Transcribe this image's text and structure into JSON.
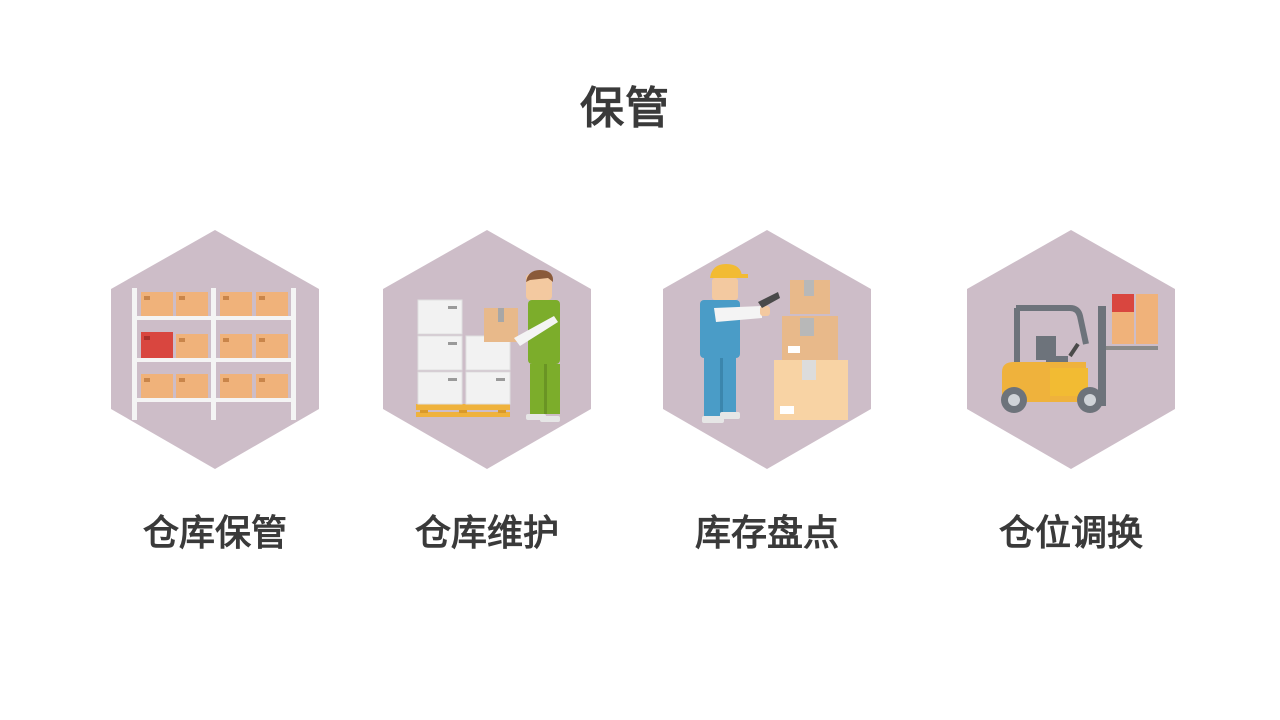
{
  "page": {
    "title": "保管"
  },
  "colors": {
    "hexagon_fill": "#cdbdc8",
    "title_text": "#3a3a3a",
    "box_orange": "#f0b27a",
    "box_red": "#d9463f",
    "shelf_white": "#f2f2f2",
    "worker_green": "#7cad2b",
    "worker_blue": "#4a9cc7",
    "helmet_yellow": "#f2bb33",
    "forklift_yellow": "#efb23c",
    "forklift_gray": "#6d737b"
  },
  "cards": [
    {
      "label": "仓库保管",
      "icon": "warehouse-shelf-icon"
    },
    {
      "label": "仓库维护",
      "icon": "worker-carrying-box-icon"
    },
    {
      "label": "库存盘点",
      "icon": "worker-scanning-boxes-icon"
    },
    {
      "label": "仓位调换",
      "icon": "forklift-icon"
    }
  ]
}
